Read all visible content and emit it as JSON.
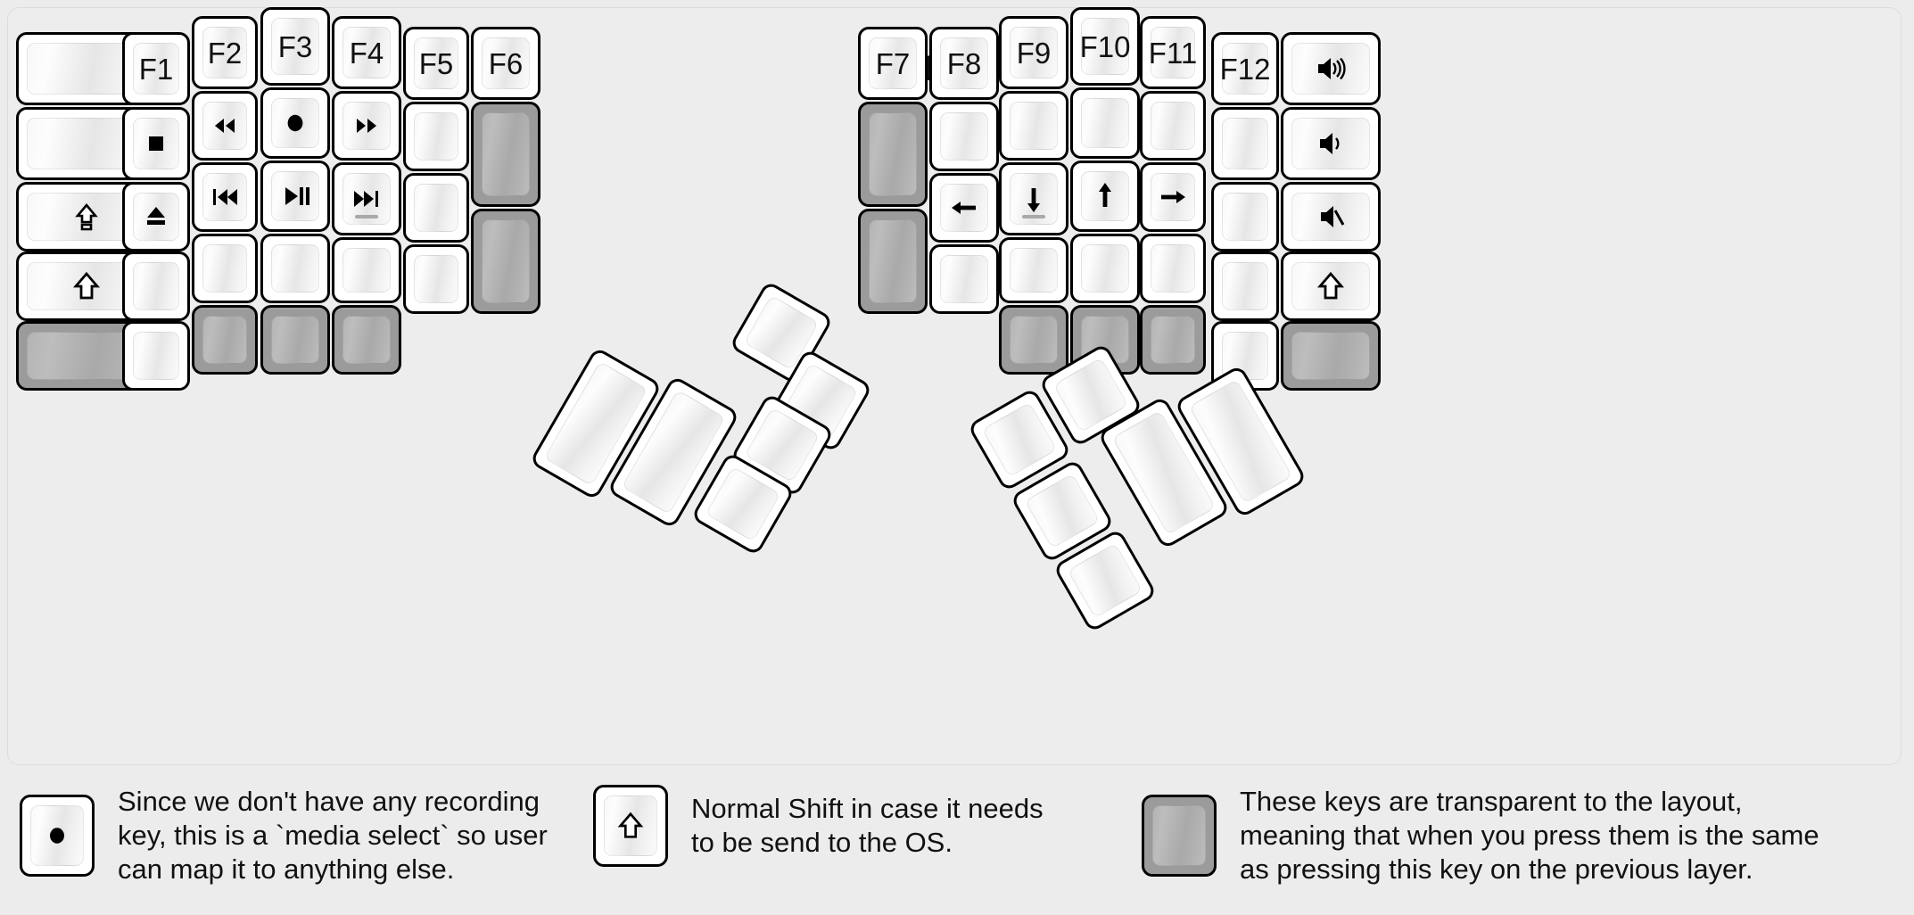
{
  "title": "fn Layer",
  "colors": {
    "background": "#ececec",
    "panel": "#ededed",
    "key_face": "#ffffff",
    "key_transparent": "#9b9b9b",
    "legend_text": "#111111"
  },
  "keyboard": {
    "left_half": {
      "columns": [
        {
          "name": "col-pinky-outer",
          "keys": [
            {
              "name": "blank-1-5u",
              "label": "",
              "icon": "",
              "state": "normal"
            },
            {
              "name": "blank",
              "label": "",
              "icon": "",
              "state": "normal"
            },
            {
              "name": "caps-lock",
              "label": "",
              "icon": "caps-lock-arrow-icon",
              "state": "normal"
            },
            {
              "name": "shift",
              "label": "",
              "icon": "shift-arrow-icon",
              "state": "normal"
            },
            {
              "name": "transparent",
              "label": "",
              "icon": "",
              "state": "transparent"
            }
          ]
        },
        {
          "name": "col-pinky",
          "keys": [
            {
              "name": "f1",
              "label": "F1",
              "icon": "",
              "state": "normal"
            },
            {
              "name": "media-stop",
              "label": "",
              "icon": "stop-icon",
              "state": "normal"
            },
            {
              "name": "media-eject",
              "label": "",
              "icon": "eject-icon",
              "state": "normal"
            },
            {
              "name": "blank",
              "label": "",
              "icon": "",
              "state": "normal"
            },
            {
              "name": "blank",
              "label": "",
              "icon": "",
              "state": "normal"
            }
          ]
        },
        {
          "name": "col-ring",
          "keys": [
            {
              "name": "f2",
              "label": "F2",
              "icon": "",
              "state": "normal"
            },
            {
              "name": "media-rewind",
              "label": "",
              "icon": "rewind-icon",
              "state": "normal"
            },
            {
              "name": "media-previous",
              "label": "",
              "icon": "previous-track-icon",
              "state": "normal"
            },
            {
              "name": "blank",
              "label": "",
              "icon": "",
              "state": "normal"
            },
            {
              "name": "transparent",
              "label": "",
              "icon": "",
              "state": "transparent"
            }
          ]
        },
        {
          "name": "col-middle",
          "keys": [
            {
              "name": "f3",
              "label": "F3",
              "icon": "",
              "state": "normal"
            },
            {
              "name": "media-select",
              "label": "",
              "icon": "record-dot-icon",
              "state": "normal"
            },
            {
              "name": "media-play-pause",
              "label": "",
              "icon": "play-pause-icon",
              "state": "normal"
            },
            {
              "name": "blank",
              "label": "",
              "icon": "",
              "state": "normal"
            },
            {
              "name": "transparent",
              "label": "",
              "icon": "",
              "state": "transparent"
            }
          ]
        },
        {
          "name": "col-index",
          "keys": [
            {
              "name": "f4",
              "label": "F4",
              "icon": "",
              "state": "normal"
            },
            {
              "name": "media-fast-forward",
              "label": "",
              "icon": "fast-forward-icon",
              "state": "normal"
            },
            {
              "name": "media-next",
              "label": "",
              "icon": "next-track-icon",
              "state": "normal",
              "homing": true
            },
            {
              "name": "blank",
              "label": "",
              "icon": "",
              "state": "normal"
            },
            {
              "name": "transparent",
              "label": "",
              "icon": "",
              "state": "transparent"
            }
          ]
        },
        {
          "name": "col-inner",
          "keys": [
            {
              "name": "f5",
              "label": "F5",
              "icon": "",
              "state": "normal"
            },
            {
              "name": "blank",
              "label": "",
              "icon": "",
              "state": "normal"
            },
            {
              "name": "blank",
              "label": "",
              "icon": "",
              "state": "normal"
            },
            {
              "name": "blank",
              "label": "",
              "icon": "",
              "state": "normal"
            }
          ]
        },
        {
          "name": "col-innermost",
          "keys": [
            {
              "name": "f6",
              "label": "F6",
              "icon": "",
              "state": "normal"
            },
            {
              "name": "transparent-tall-upper",
              "label": "",
              "icon": "",
              "state": "transparent"
            },
            {
              "name": "transparent-tall-lower",
              "label": "",
              "icon": "",
              "state": "transparent"
            }
          ]
        }
      ],
      "thumb_cluster": [
        {
          "name": "thumb-big-outer",
          "label": "",
          "icon": "",
          "state": "normal"
        },
        {
          "name": "thumb-big-inner",
          "label": "",
          "icon": "",
          "state": "normal"
        },
        {
          "name": "thumb-top-left",
          "label": "",
          "icon": "",
          "state": "normal"
        },
        {
          "name": "thumb-top-right",
          "label": "",
          "icon": "",
          "state": "normal"
        },
        {
          "name": "thumb-mid-right",
          "label": "",
          "icon": "",
          "state": "normal"
        },
        {
          "name": "thumb-bottom-right",
          "label": "",
          "icon": "",
          "state": "normal"
        }
      ]
    },
    "right_half": {
      "columns": [
        {
          "name": "col-innermost",
          "keys": [
            {
              "name": "f7",
              "label": "F7",
              "icon": "",
              "state": "normal"
            },
            {
              "name": "transparent-tall-upper",
              "label": "",
              "icon": "",
              "state": "transparent"
            },
            {
              "name": "transparent-tall-lower",
              "label": "",
              "icon": "",
              "state": "transparent"
            }
          ]
        },
        {
          "name": "col-inner",
          "keys": [
            {
              "name": "f8",
              "label": "F8",
              "icon": "",
              "state": "normal"
            },
            {
              "name": "blank",
              "label": "",
              "icon": "",
              "state": "normal"
            },
            {
              "name": "arrow-left",
              "label": "",
              "icon": "arrow-left-icon",
              "state": "normal"
            },
            {
              "name": "blank",
              "label": "",
              "icon": "",
              "state": "normal"
            }
          ]
        },
        {
          "name": "col-index",
          "keys": [
            {
              "name": "f9",
              "label": "F9",
              "icon": "",
              "state": "normal"
            },
            {
              "name": "blank",
              "label": "",
              "icon": "",
              "state": "normal"
            },
            {
              "name": "arrow-down",
              "label": "",
              "icon": "arrow-down-icon",
              "state": "normal",
              "homing": true
            },
            {
              "name": "blank",
              "label": "",
              "icon": "",
              "state": "normal"
            },
            {
              "name": "transparent",
              "label": "",
              "icon": "",
              "state": "transparent"
            }
          ]
        },
        {
          "name": "col-middle",
          "keys": [
            {
              "name": "f10",
              "label": "F10",
              "icon": "",
              "state": "normal"
            },
            {
              "name": "blank",
              "label": "",
              "icon": "",
              "state": "normal"
            },
            {
              "name": "arrow-up",
              "label": "",
              "icon": "arrow-up-icon",
              "state": "normal"
            },
            {
              "name": "blank",
              "label": "",
              "icon": "",
              "state": "normal"
            },
            {
              "name": "transparent",
              "label": "",
              "icon": "",
              "state": "transparent"
            }
          ]
        },
        {
          "name": "col-ring",
          "keys": [
            {
              "name": "f11",
              "label": "F11",
              "icon": "",
              "state": "normal"
            },
            {
              "name": "blank",
              "label": "",
              "icon": "",
              "state": "normal"
            },
            {
              "name": "arrow-right",
              "label": "",
              "icon": "arrow-right-icon",
              "state": "normal"
            },
            {
              "name": "blank",
              "label": "",
              "icon": "",
              "state": "normal"
            },
            {
              "name": "transparent",
              "label": "",
              "icon": "",
              "state": "transparent"
            }
          ]
        },
        {
          "name": "col-pinky",
          "keys": [
            {
              "name": "f12",
              "label": "F12",
              "icon": "",
              "state": "normal"
            },
            {
              "name": "blank",
              "label": "",
              "icon": "",
              "state": "normal"
            },
            {
              "name": "blank",
              "label": "",
              "icon": "",
              "state": "normal"
            },
            {
              "name": "blank",
              "label": "",
              "icon": "",
              "state": "normal"
            },
            {
              "name": "blank",
              "label": "",
              "icon": "",
              "state": "normal"
            }
          ]
        },
        {
          "name": "col-pinky-outer",
          "keys": [
            {
              "name": "volume-up",
              "label": "",
              "icon": "volume-up-icon",
              "state": "normal"
            },
            {
              "name": "volume-down",
              "label": "",
              "icon": "volume-down-icon",
              "state": "normal"
            },
            {
              "name": "volume-mute",
              "label": "",
              "icon": "volume-mute-icon",
              "state": "normal"
            },
            {
              "name": "shift",
              "label": "",
              "icon": "shift-arrow-icon",
              "state": "normal"
            },
            {
              "name": "transparent",
              "label": "",
              "icon": "",
              "state": "transparent"
            }
          ]
        }
      ],
      "thumb_cluster": [
        {
          "name": "thumb-top-left",
          "label": "",
          "icon": "",
          "state": "normal"
        },
        {
          "name": "thumb-top-right",
          "label": "",
          "icon": "",
          "state": "normal"
        },
        {
          "name": "thumb-mid-left",
          "label": "",
          "icon": "",
          "state": "normal"
        },
        {
          "name": "thumb-bottom-left",
          "label": "",
          "icon": "",
          "state": "normal"
        },
        {
          "name": "thumb-big-inner",
          "label": "",
          "icon": "",
          "state": "normal"
        },
        {
          "name": "thumb-big-outer",
          "label": "",
          "icon": "",
          "state": "normal"
        }
      ]
    }
  },
  "legend": [
    {
      "key_icon": "record-dot-icon",
      "key_state": "normal",
      "text": "Since we don't have any recording\nkey, this is a `media select` so user\ncan map it to anything else."
    },
    {
      "key_icon": "shift-arrow-icon",
      "key_state": "normal",
      "text": "Normal Shift in case it needs\nto be send to the OS."
    },
    {
      "key_icon": "",
      "key_state": "transparent",
      "text": "These keys are transparent to the layout,\nmeaning that when you press them is the same\nas pressing this key on the previous layer."
    }
  ]
}
